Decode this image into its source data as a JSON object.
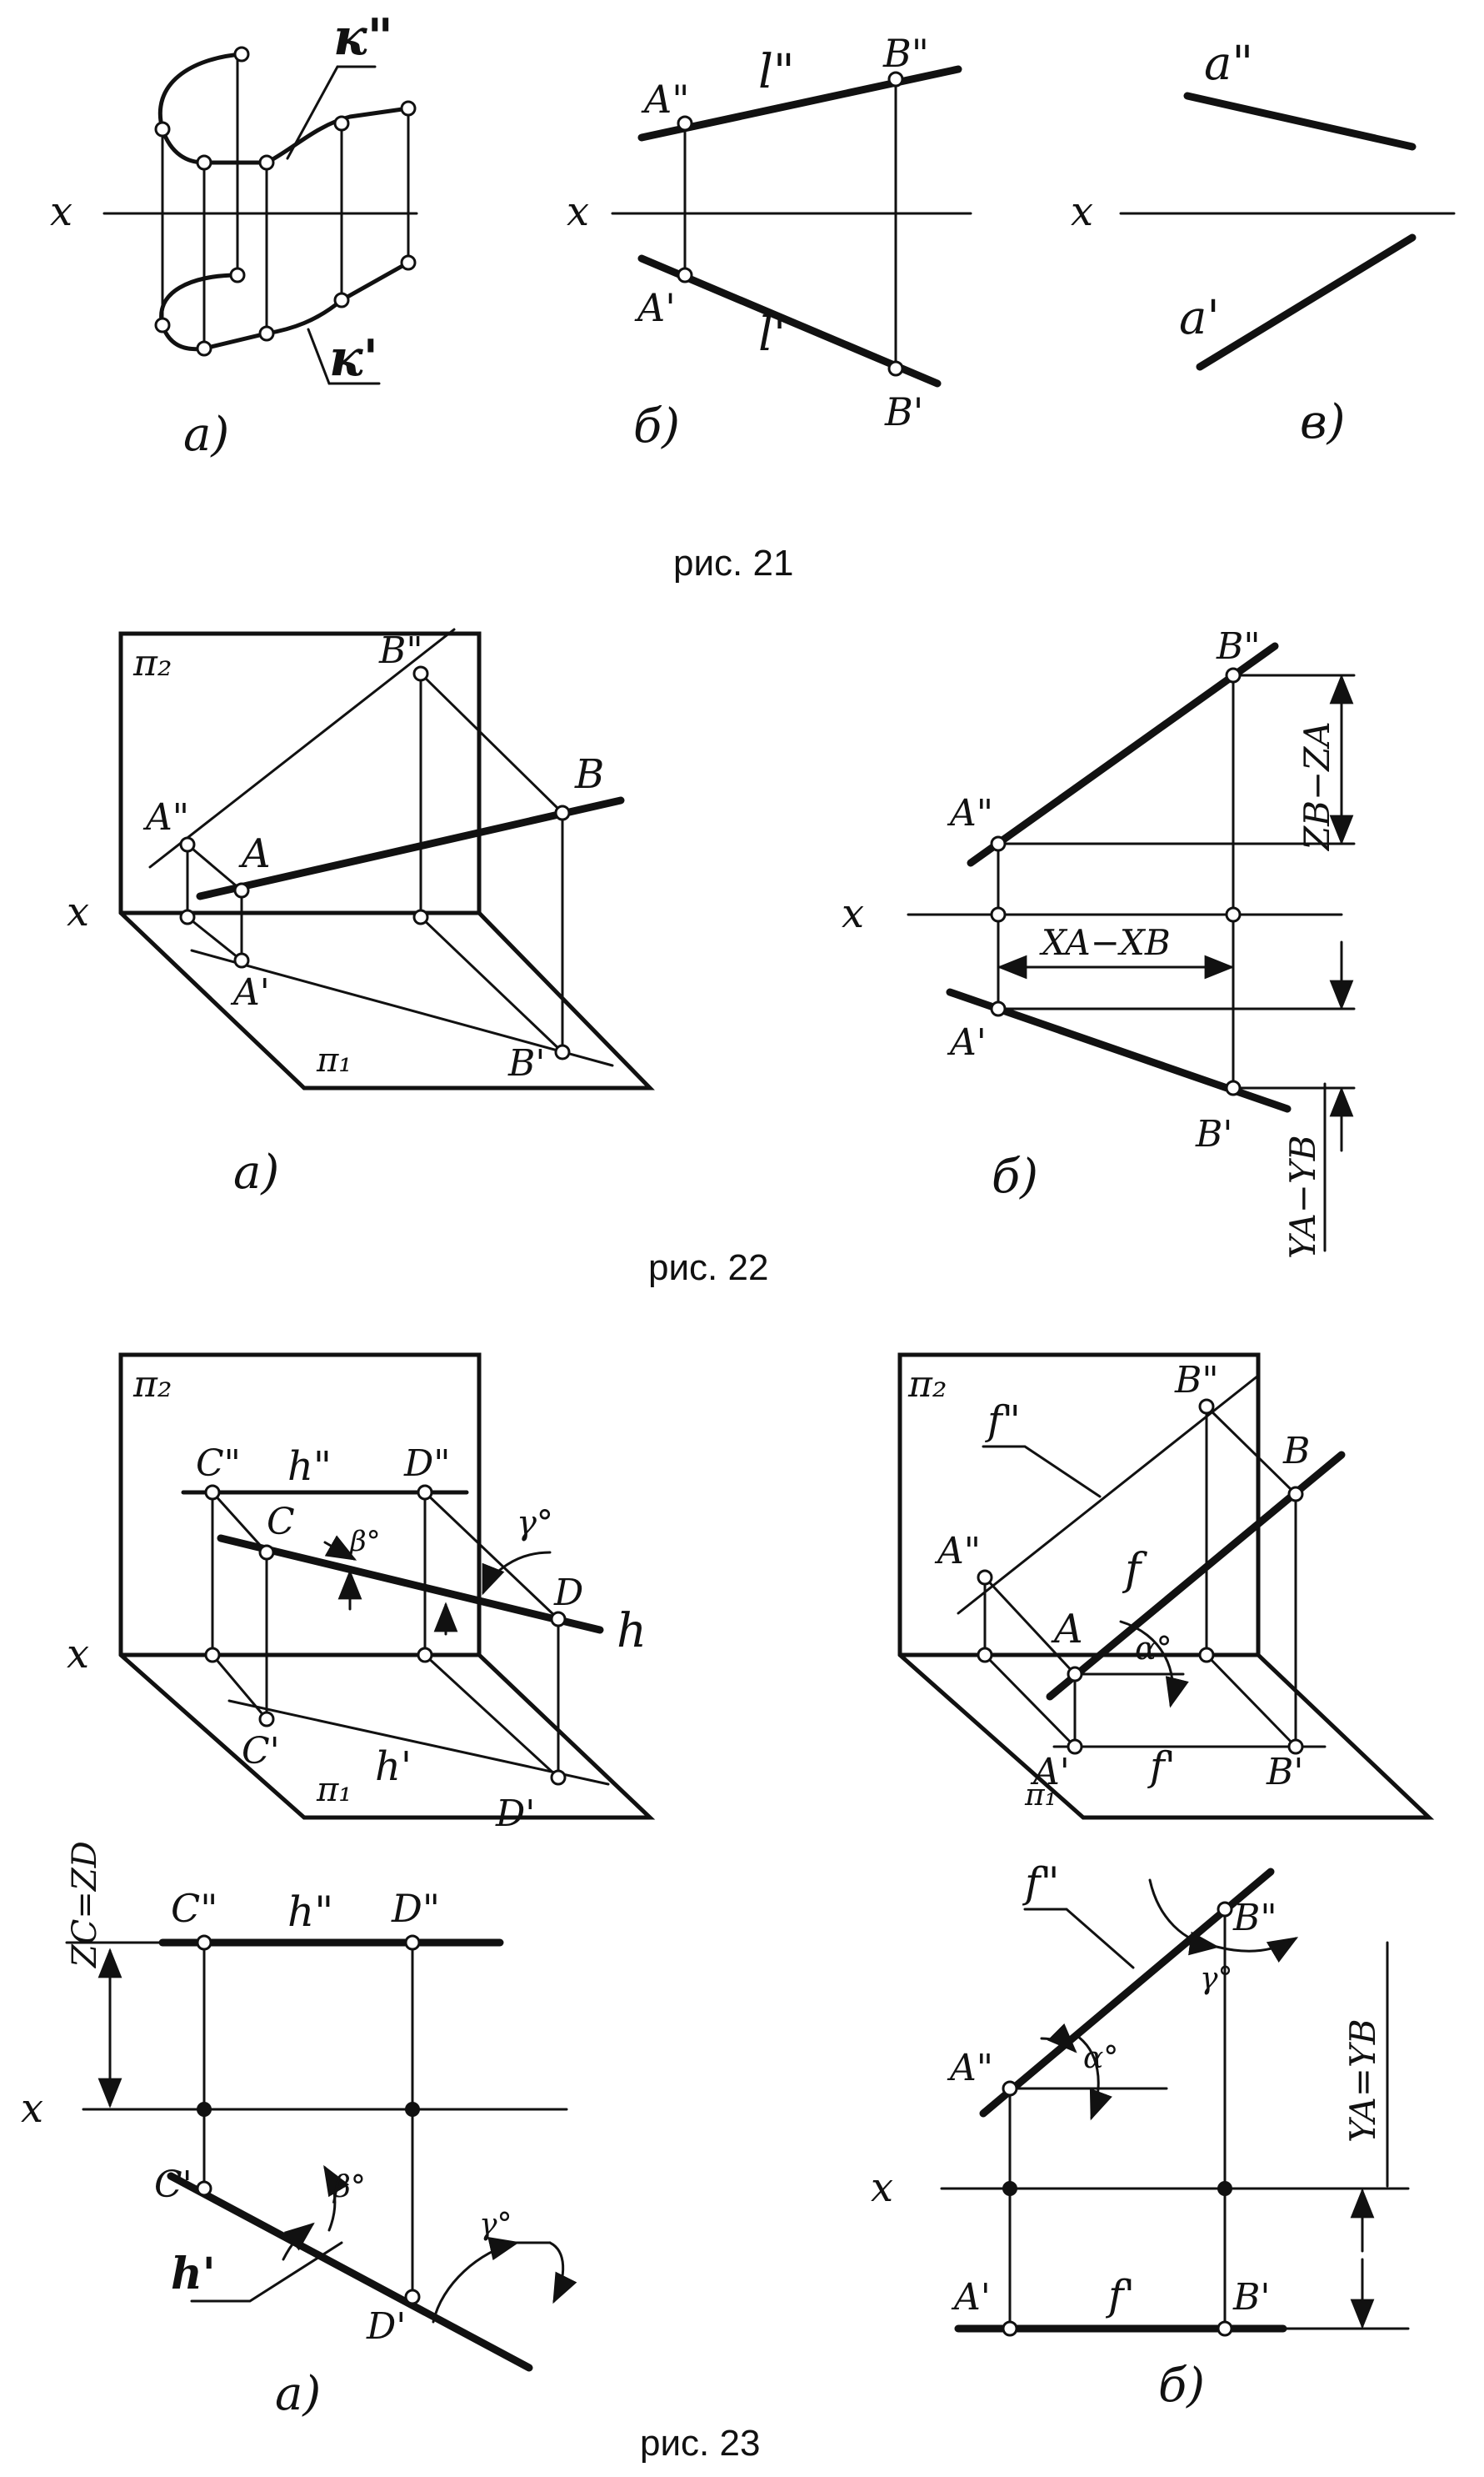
{
  "fig21": {
    "caption": "рис. 21",
    "a": {
      "label": "а)",
      "axis": "x",
      "k2": "к\"",
      "k1": "к'"
    },
    "b": {
      "label": "б)",
      "axis": "x",
      "A2": "A\"",
      "B2": "B\"",
      "l2": "l\"",
      "A1": "A'",
      "B1": "B'",
      "l1": "l'"
    },
    "v": {
      "label": "в)",
      "axis": "x",
      "a2": "a\"",
      "a1": "a'"
    }
  },
  "fig22": {
    "caption": "рис. 22",
    "a": {
      "label": "а)",
      "pi2": "π₂",
      "pi1": "π₁",
      "axis": "x",
      "A2": "A\"",
      "B2": "B\"",
      "A": "A",
      "B": "B",
      "A1": "A'",
      "B1": "B'"
    },
    "b": {
      "label": "б)",
      "axis": "x",
      "A2": "A\"",
      "B2": "B\"",
      "A1": "A'",
      "B1": "B'",
      "dz": "ZB−ZA",
      "dx": "XA−XB",
      "dy": "YA−YB"
    }
  },
  "fig23": {
    "caption": "рис. 23",
    "a_top": {
      "pi2": "π₂",
      "pi1": "π₁",
      "axis": "x",
      "C2": "C\"",
      "D2": "D\"",
      "h2": "h\"",
      "C": "C",
      "D": "D",
      "h": "h",
      "C1": "C'",
      "D1": "D'",
      "h1": "h'",
      "beta": "β°",
      "gamma": "γ°"
    },
    "b_top": {
      "pi2": "π₂",
      "pi1": "π₁",
      "B2": "B\"",
      "B": "B",
      "f2": "f\"",
      "A2": "A\"",
      "f": "f",
      "A": "A",
      "alpha": "α°",
      "A1": "A'",
      "f1": "f'",
      "B1": "B'"
    },
    "a_bottom": {
      "label": "а)",
      "axis": "x",
      "zcd": "ZC=ZD",
      "C2": "C\"",
      "h2": "h\"",
      "D2": "D\"",
      "C1": "C'",
      "beta": "β°",
      "gamma": "γ°",
      "h1": "h'",
      "D1": "D'"
    },
    "b_bottom": {
      "label": "б)",
      "axis": "x",
      "f2": "f\"",
      "B2": "B\"",
      "gamma": "γ°",
      "A2": "A\"",
      "alpha": "α°",
      "yab": "YA=YB",
      "A1": "A'",
      "f1": "f'",
      "B1": "B'"
    }
  }
}
